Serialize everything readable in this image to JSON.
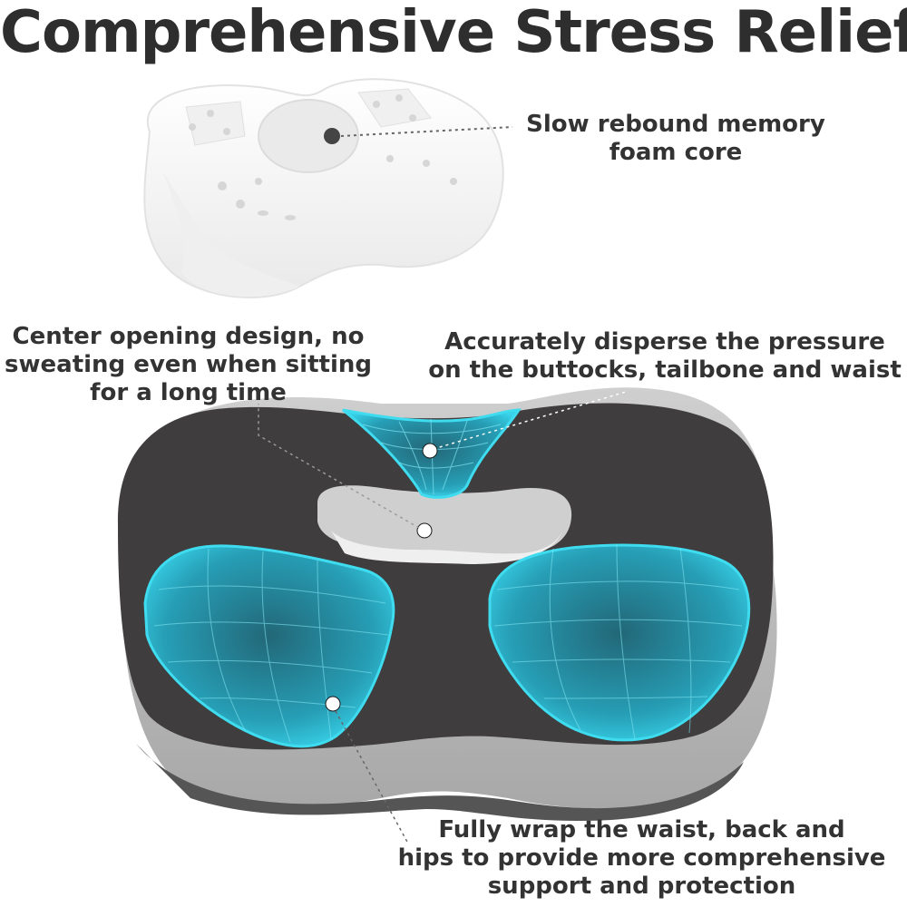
{
  "title": "Comprehensive Stress Relief",
  "callouts": {
    "core": [
      "Slow rebound memory",
      "foam core"
    ],
    "center_opening": [
      "Center opening design, no",
      "sweating even when sitting",
      "for a long time"
    ],
    "pressure": [
      "Accurately disperse the pressure",
      "on the buttocks, tailbone and waist"
    ],
    "wrap": [
      "Fully wrap the waist, back and",
      "hips to provide more comprehensive",
      "support and protection"
    ]
  },
  "colors": {
    "title": "#2e2e2e",
    "text": "#333333",
    "cover": "#3f3d3d",
    "cover_side": "#b9b9b9",
    "pressure_zone": "#2fc6de",
    "foam": "#f7f7f7"
  }
}
